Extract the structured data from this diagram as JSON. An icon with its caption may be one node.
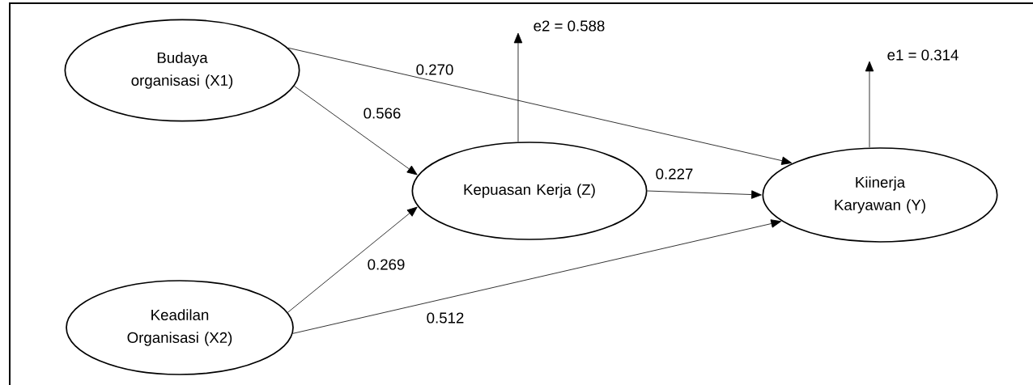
{
  "diagram": {
    "nodes": [
      {
        "text": [
          "Budaya organisasi (X1)"
        ]
      },
      {
        "text": [
          "Keadilan Organisasi (X2)"
        ]
      },
      {
        "text": [
          "Kepuasan Kerja (Z)"
        ]
      },
      {
        "text": [
          "Kiinerja Karyawan (Y)"
        ]
      }
    ],
    "edges": [
      {
        "from": 0,
        "to": 2,
        "arrow": "to",
        "label": "0.566"
      },
      {
        "from": 0,
        "to": 3,
        "arrow": "to",
        "label": "0.270"
      },
      {
        "from": 1,
        "to": 2,
        "arrow": "to",
        "label": "0.269"
      },
      {
        "from": 1,
        "to": 3,
        "arrow": "to",
        "label": "0.512"
      },
      {
        "from": 2,
        "to": 3,
        "arrow": "to",
        "label": "0.227"
      },
      {
        "from": 2,
        "to": null,
        "arrow": "to",
        "label": "e2 = 0.588"
      },
      {
        "from": 3,
        "to": null,
        "arrow": "to",
        "label": "e1 = 0.314"
      }
    ]
  }
}
